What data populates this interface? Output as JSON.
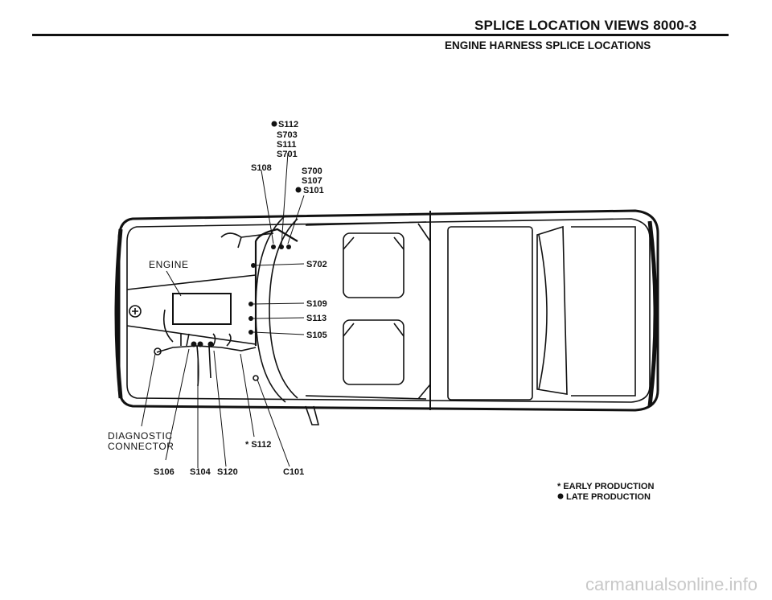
{
  "header": {
    "title": "SPLICE LOCATION VIEWS   8000-3",
    "subtitle": "ENGINE HARNESS SPLICE LOCATIONS"
  },
  "diagram": {
    "top_stack": [
      "S112",
      "S703",
      "S111",
      "S701"
    ],
    "s108": "S108",
    "right_stack": [
      "S700",
      "S107",
      "S101"
    ],
    "engine": "ENGINE",
    "side_labels": [
      "S702",
      "S109",
      "S113",
      "S105"
    ],
    "diag_connector": [
      "DIAGNOSTIC",
      "CONNECTOR"
    ],
    "early_s112": "* S112",
    "bottom_labels": [
      "S106",
      "S104",
      "S120",
      "C101"
    ],
    "legend": [
      "* EARLY PRODUCTION",
      "LATE PRODUCTION"
    ]
  },
  "watermark": "carmanualsonline.info"
}
